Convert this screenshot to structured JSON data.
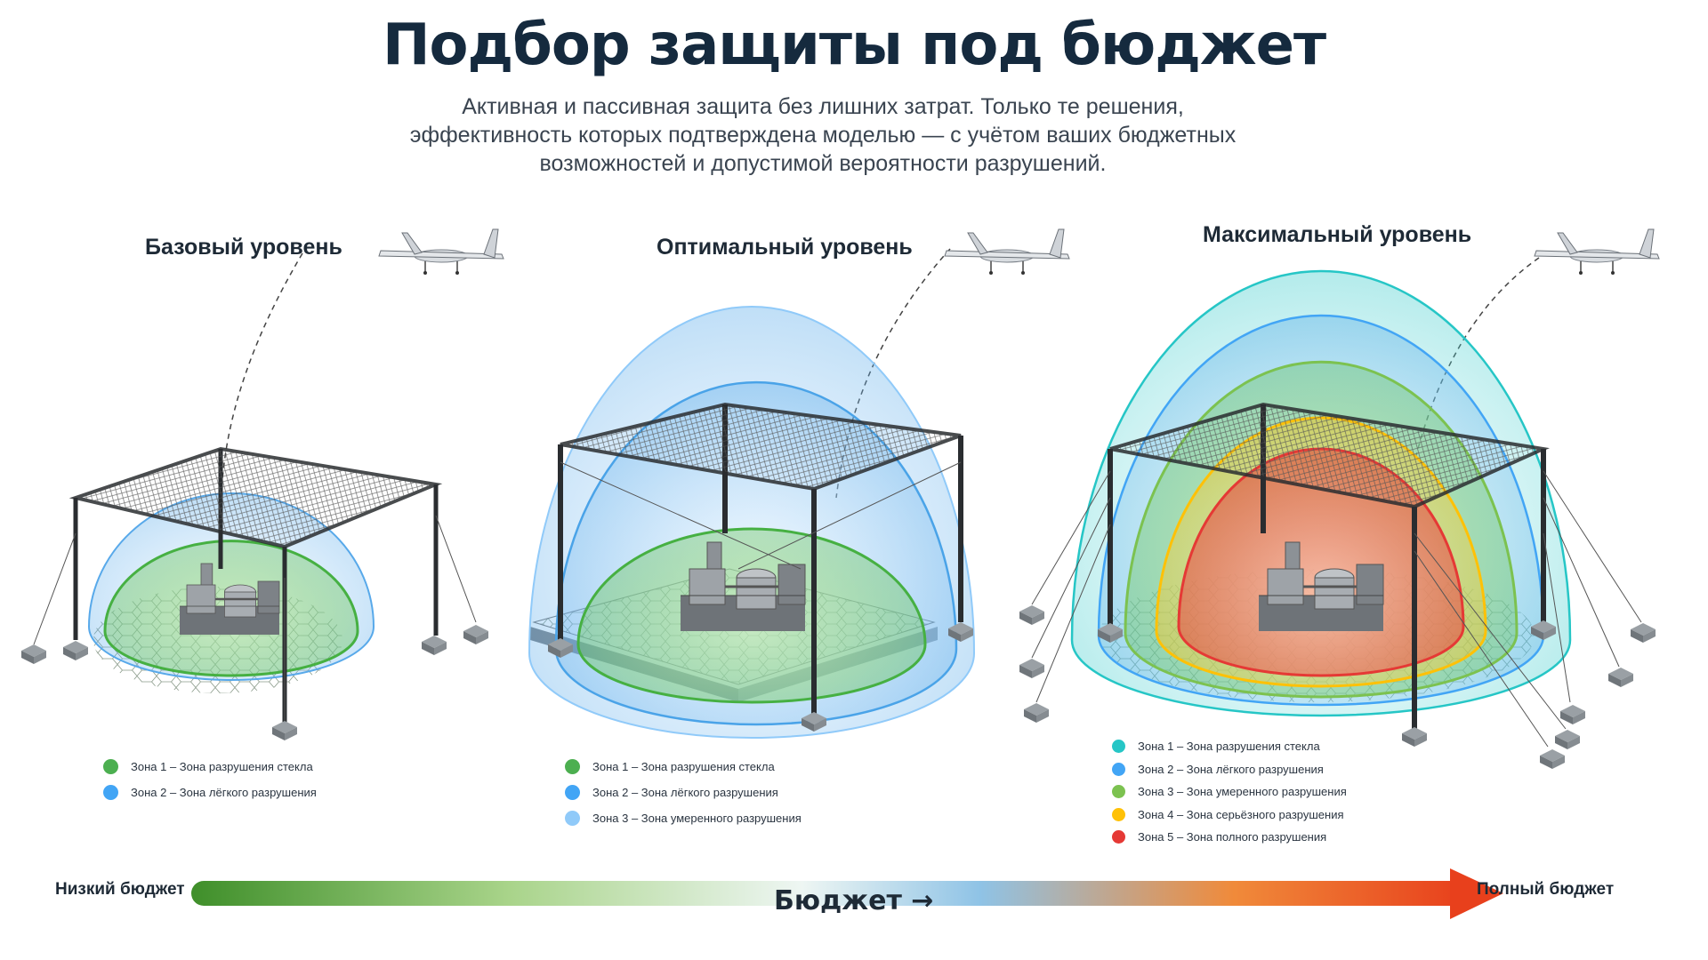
{
  "header": {
    "title": "Подбор защиты под бюджет",
    "subtitle_lines": [
      "Активная и пассивная защита без лишних затрат. Только те решения,",
      "эффективность которых подтверждена моделью — с учётом ваших бюджетных",
      "возможностей и допустимой вероятности разрушений."
    ]
  },
  "panels": [
    {
      "title": "Базовый уровень",
      "legend": [
        {
          "label": "Зона 1  –  Зона разрушения стекла",
          "color": "#4caf50"
        },
        {
          "label": "Зона 2  –  Зона лёгкого разрушения",
          "color": "#42a5f5"
        }
      ]
    },
    {
      "title": "Оптимальный уровень",
      "legend": [
        {
          "label": "Зона 1  –  Зона разрушения стекла",
          "color": "#4caf50"
        },
        {
          "label": "Зона 2  –  Зона лёгкого разрушения",
          "color": "#42a5f5"
        },
        {
          "label": "Зона 3  –  Зона умеренного разрушения",
          "color": "#90caf9"
        }
      ]
    },
    {
      "title": "Максимальный уровень",
      "legend": [
        {
          "label": "Зона 1  –  Зона разрушения стекла",
          "color": "#26c6c6"
        },
        {
          "label": "Зона 2  –  Зона лёгкого разрушения",
          "color": "#42a5f5"
        },
        {
          "label": "Зона 3  –  Зона умеренного разрушения",
          "color": "#7cc250"
        },
        {
          "label": "Зона 4  –  Зона серьёзного разрушения",
          "color": "#ffc107"
        },
        {
          "label": "Зона 5  –  Зона полного разрушения",
          "color": "#e53935"
        }
      ]
    }
  ],
  "budget_axis": {
    "low_label": "Низкий бюджет",
    "high_label": "Полный бюджет",
    "center_label": "Бюджет →",
    "gradient_colors": [
      "#3f8f2a",
      "#a9d48a",
      "#e9f4f1",
      "#8fc3e6",
      "#f08a3a",
      "#e8401c"
    ]
  },
  "icons": [
    "drone-icon",
    "truss-frame",
    "industrial-plant",
    "protection-dome"
  ]
}
